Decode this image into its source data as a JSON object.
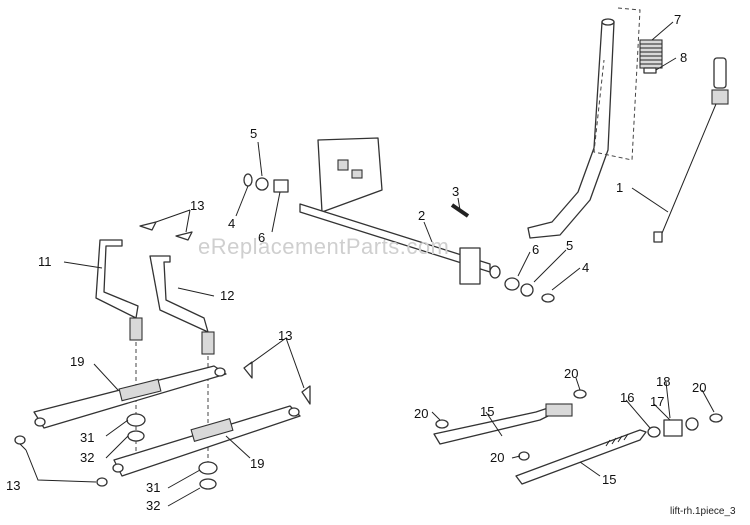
{
  "watermark": "eReplacementParts.com",
  "diagram_code": "lift-rh.1piece_3",
  "callouts": [
    "7",
    "8",
    "5",
    "3",
    "2",
    "1",
    "13",
    "4",
    "6",
    "11",
    "12",
    "6",
    "5",
    "4",
    "13",
    "19",
    "20",
    "18",
    "20",
    "20",
    "15",
    "16",
    "17",
    "31",
    "32",
    "19",
    "20",
    "13",
    "31",
    "32",
    "15"
  ],
  "colors": {
    "line": "#333333",
    "shade": "#d9d9d9",
    "watermark": "#cfcfcf"
  }
}
